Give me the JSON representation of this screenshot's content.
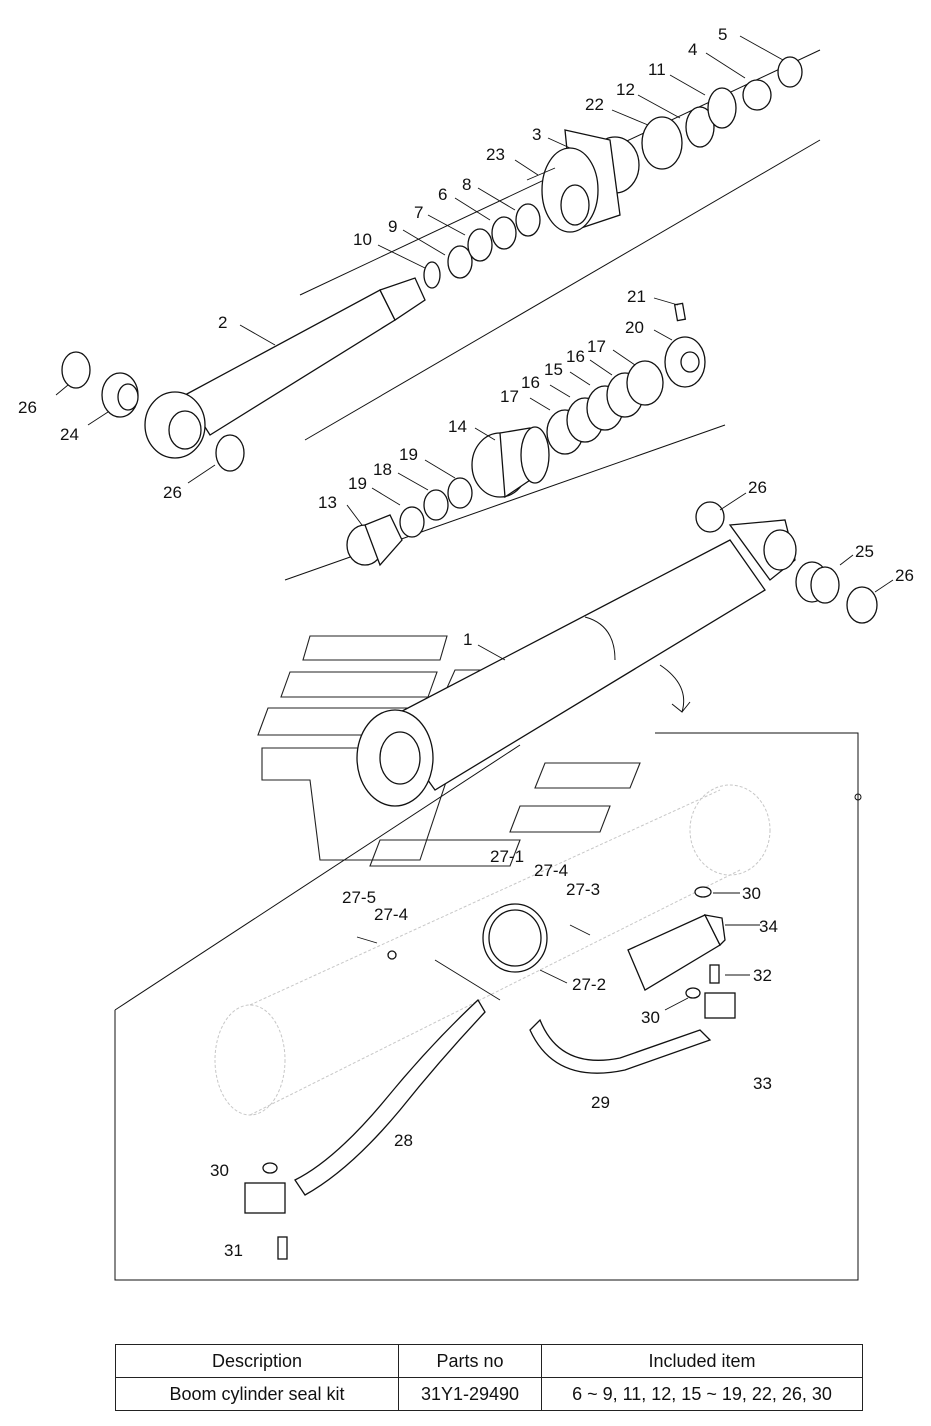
{
  "labels": {
    "l1": "1",
    "l2": "2",
    "l3": "3",
    "l4": "4",
    "l5": "5",
    "l6": "6",
    "l7": "7",
    "l8": "8",
    "l9": "9",
    "l10": "10",
    "l11": "11",
    "l12": "12",
    "l13": "13",
    "l14": "14",
    "l15": "15",
    "l16a": "16",
    "l16b": "16",
    "l17a": "17",
    "l17b": "17",
    "l18": "18",
    "l19a": "19",
    "l19b": "19",
    "l20": "20",
    "l21": "21",
    "l22": "22",
    "l23": "23",
    "l24": "24",
    "l25": "25",
    "l26a": "26",
    "l26b": "26",
    "l26c": "26",
    "l26d": "26",
    "l27_1": "27-1",
    "l27_2": "27-2",
    "l27_3": "27-3",
    "l27_4a": "27-4",
    "l27_4b": "27-4",
    "l27_5": "27-5",
    "l28": "28",
    "l29": "29",
    "l30a": "30",
    "l30b": "30",
    "l30c": "30",
    "l31": "31",
    "l32": "32",
    "l33": "33",
    "l34": "34"
  },
  "table": {
    "headers": [
      "Description",
      "Parts no",
      "Included item"
    ],
    "row": [
      "Boom cylinder seal kit",
      "31Y1-29490",
      "6 ~ 9, 11, 12, 15 ~ 19, 22, 26, 30"
    ]
  }
}
